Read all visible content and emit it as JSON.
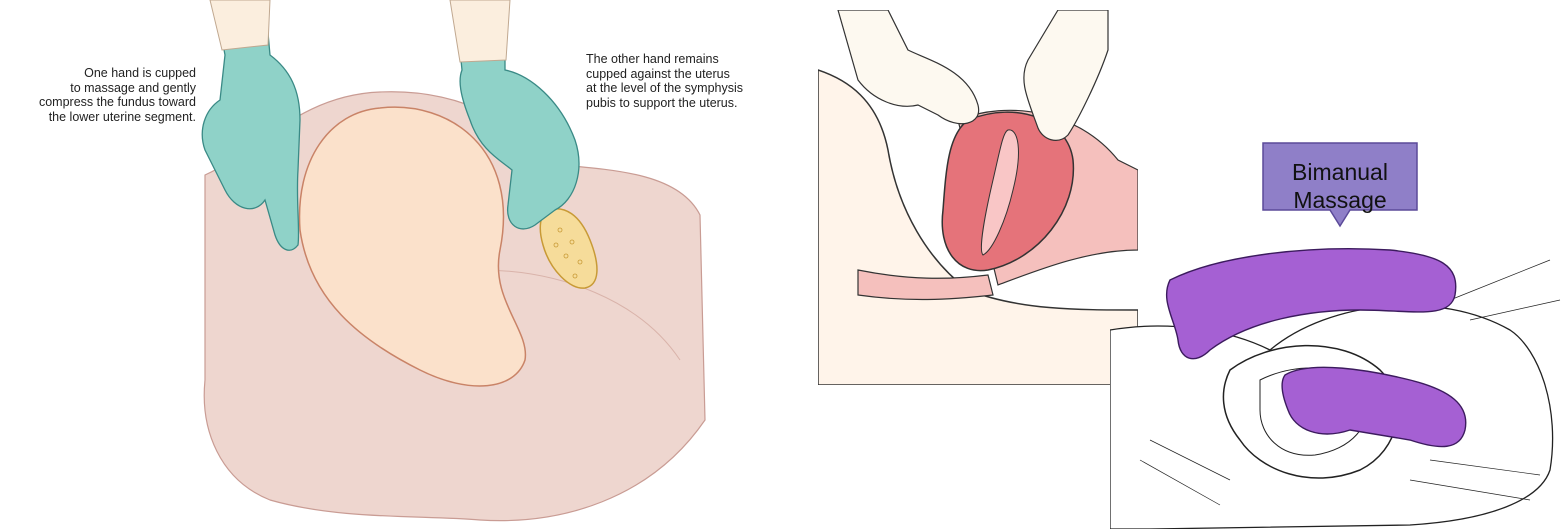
{
  "figures": [
    {
      "id": "fundal-massage",
      "captions": {
        "left": "One hand is cupped\nto massage and gently\ncompress the fundus toward\nthe lower uterine segment.",
        "right": "The other hand remains\ncupped against the uterus\nat the level of the symphysis\npubis to support the uterus."
      },
      "colors": {
        "skin": "#eed6cf",
        "uterus": "#fbe1cb",
        "glove": "#8fd2c8",
        "bone": "#f6dc9a"
      }
    },
    {
      "id": "sagittal-view",
      "colors": {
        "uterus": "#e5737a",
        "skin": "#fff4ea",
        "tissue": "#f5c0bd"
      }
    },
    {
      "id": "bimanual-massage",
      "label": "Bimanual\nMassage",
      "colors": {
        "glove": "#a560d3",
        "callout": "#8f7fc8",
        "callout_border": "#5b4a99"
      }
    }
  ]
}
